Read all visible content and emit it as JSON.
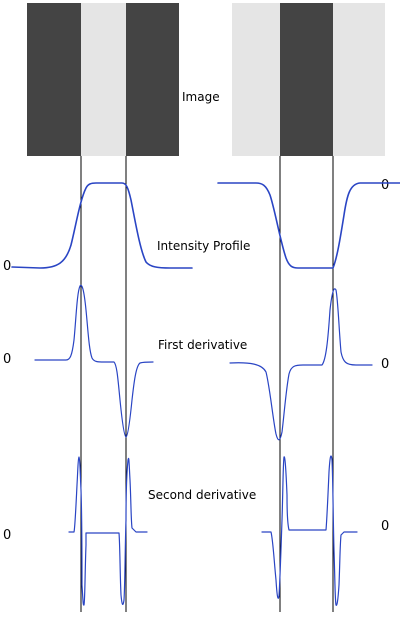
{
  "labels": {
    "image": "Image",
    "intensity": "Intensity Profile",
    "first_derivative": "First derivative",
    "second_derivative": "Second derivative",
    "zero": "0"
  },
  "colors": {
    "dark_bar": "#444444",
    "light_bar": "#e5e5e5",
    "curve": "#2a45c4",
    "guide": "#000000"
  }
}
